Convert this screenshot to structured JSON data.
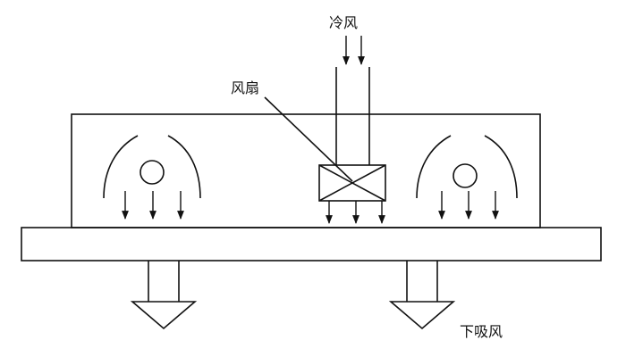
{
  "labels": {
    "cold_air": "冷风",
    "fan": "风扇",
    "downdraft": "下吸风"
  },
  "colors": {
    "line": "#111111",
    "background": "#ffffff"
  }
}
